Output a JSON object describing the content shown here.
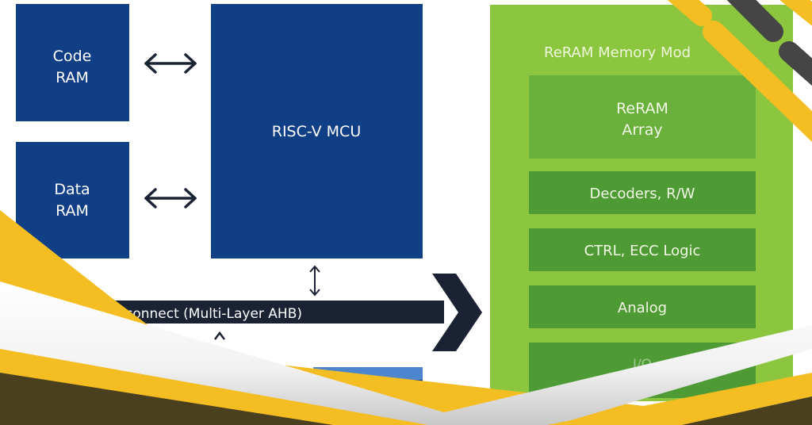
{
  "colors": {
    "cpu_block": "#113f86",
    "bus": "#1b2233",
    "module_bg": "#8cc63f",
    "module_inner_light": "#6ab03c",
    "module_inner_dark": "#4e9b36",
    "accent_yellow": "#f4bd22",
    "accent_dark": "#4a3f1e"
  },
  "blocks": {
    "code_ram": [
      "Code",
      "RAM"
    ],
    "data_ram": [
      "Data",
      "RAM"
    ],
    "mcu": "RISC-V MCU"
  },
  "bus": {
    "label": "connect (Multi-Layer AHB)"
  },
  "module": {
    "title": "ReRAM Memory Mod",
    "array": [
      "ReRAM",
      "Array"
    ],
    "decoders": "Decoders, R/W",
    "ctrl": "CTRL, ECC Logic",
    "analog": "Analog",
    "io": "I/O"
  }
}
